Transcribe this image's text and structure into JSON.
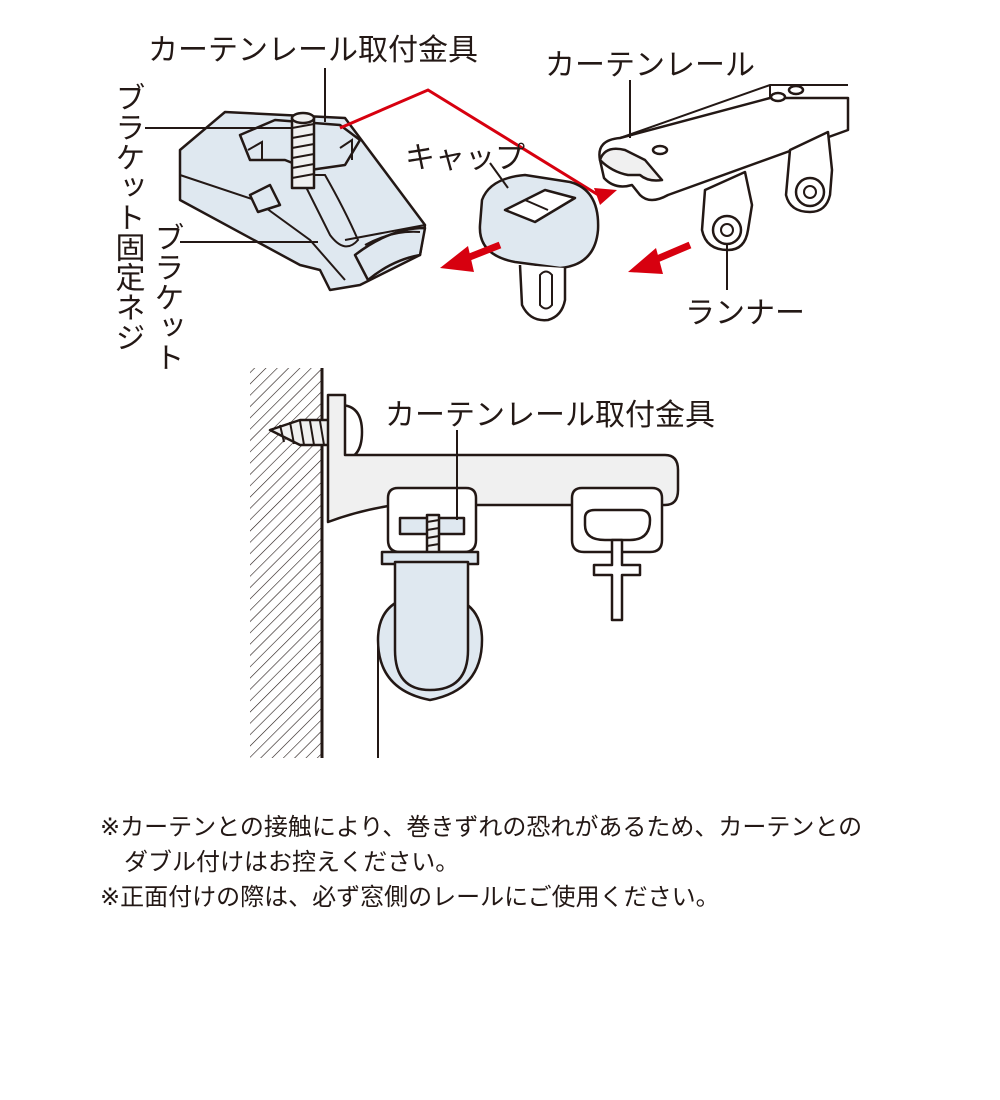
{
  "top_figure": {
    "label_fitting": "カーテンレール取付金具",
    "label_rail": "カーテンレール",
    "label_bracket_screw": "ブラケット固定ネジ",
    "label_bracket": "ブラケット",
    "label_cap": "キャップ",
    "label_runner": "ランナー"
  },
  "bottom_figure": {
    "label_fitting": "カーテンレール取付金具"
  },
  "notes": [
    "※カーテンとの接触により、巻きずれの恐れがあるため、カーテンとの",
    "　ダブル付けはお控えください。",
    "※正面付けの際は、必ず窓側のレールにご使用ください。"
  ],
  "colors": {
    "arrow": "#d7000f",
    "part_fill": "#dfe8f0",
    "line": "#231815"
  }
}
